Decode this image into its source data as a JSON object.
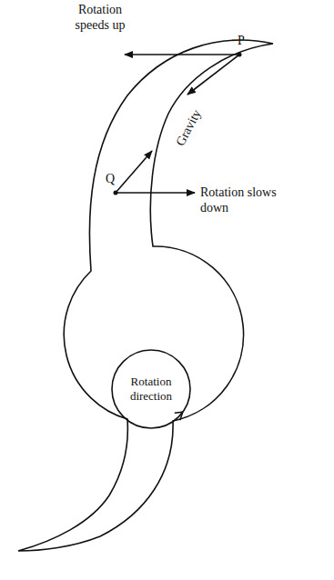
{
  "diagram": {
    "nodes": [
      {
        "text": [
          "Rotation direction"
        ]
      }
    ],
    "labels": [
      "Rotation speeds up",
      "P",
      "Gravity",
      "Q",
      "Rotation slows down"
    ]
  }
}
